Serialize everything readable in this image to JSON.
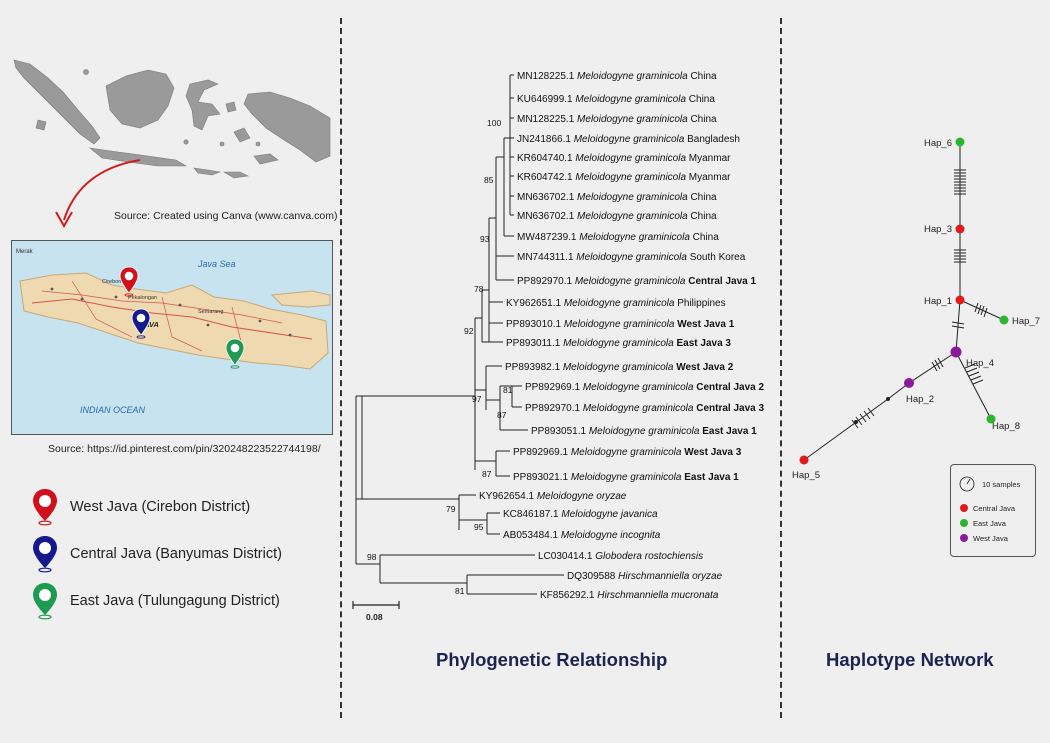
{
  "left": {
    "source_top": "Source: Created using Canva (www.canva.com)",
    "map_labels": {
      "sea_north": "Java Sea",
      "ocean_south": "INDIAN   OCEAN",
      "island": "JAVA",
      "corner": "Merak",
      "town1": "Cirebon",
      "town2": "Pekalongan",
      "town3": "Semarang"
    },
    "source_bottom": "Source: https://id.pinterest.com/pin/320248223522744198/",
    "legend": [
      {
        "label": "West Java (Cirebon District)",
        "color": "#d0101a",
        "icon": "map-pin-icon"
      },
      {
        "label": "Central Java (Banyumas District)",
        "color": "#141a8c",
        "icon": "map-pin-icon"
      },
      {
        "label": "East Java (Tulungagung District)",
        "color": "#1f9a52",
        "icon": "map-pin-icon"
      }
    ]
  },
  "tree": {
    "title": "Phylogenetic Relationship",
    "scale_label": "0.08",
    "leaves": [
      {
        "acc": "MN128225.1",
        "species": "Meloidogyne graminicola",
        "loc": "China",
        "bold": false
      },
      {
        "acc": "KU646999.1",
        "species": "Meloidogyne graminicola",
        "loc": "China",
        "bold": false
      },
      {
        "acc": "MN128225.1",
        "species": "Meloidogyne graminicola",
        "loc": "China",
        "bold": false
      },
      {
        "acc": "JN241866.1",
        "species": "Meloidogyne graminicola",
        "loc": "Bangladesh",
        "bold": false
      },
      {
        "acc": "KR604740.1",
        "species": "Meloidogyne graminicola",
        "loc": "Myanmar",
        "bold": false
      },
      {
        "acc": "KR604742.1",
        "species": "Meloidogyne graminicola",
        "loc": "Myanmar",
        "bold": false
      },
      {
        "acc": "MN636702.1",
        "species": "Meloidogyne graminicola",
        "loc": "China",
        "bold": false
      },
      {
        "acc": "MN636702.1",
        "species": "Meloidogyne graminicola",
        "loc": "China",
        "bold": false
      },
      {
        "acc": "MW487239.1",
        "species": "Meloidogyne graminicola",
        "loc": "China",
        "bold": false
      },
      {
        "acc": "MN744311.1",
        "species": "Meloidogyne graminicola",
        "loc": "South Korea",
        "bold": false
      },
      {
        "acc": "PP892970.1",
        "species": "Meloidogyne graminicola",
        "loc": "Central Java 1",
        "bold": true
      },
      {
        "acc": "KY962651.1",
        "species": "Meloidogyne graminicola",
        "loc": "Philippines",
        "bold": false
      },
      {
        "acc": "PP893010.1",
        "species": "Meloidogyne graminicola",
        "loc": "West Java 1",
        "bold": true
      },
      {
        "acc": "PP893011.1",
        "species": "Meloidogyne graminicola",
        "loc": "East Java 3",
        "bold": true
      },
      {
        "acc": "PP893982.1",
        "species": "Meloidogyne graminicola",
        "loc": "West Java 2",
        "bold": true
      },
      {
        "acc": "PP892969.1",
        "species": "Meloidogyne graminicola",
        "loc": "Central Java 2",
        "bold": true
      },
      {
        "acc": "PP892970.1",
        "species": "Meloidogyne graminicola",
        "loc": "Central Java 3",
        "bold": true
      },
      {
        "acc": "PP893051.1",
        "species": "Meloidogyne graminicola",
        "loc": "East Java 1",
        "bold": true
      },
      {
        "acc": "PP892969.1",
        "species": "Meloidogyne graminicola",
        "loc": "West Java 3",
        "bold": true
      },
      {
        "acc": "PP893021.1",
        "species": "Meloidogyne graminicola",
        "loc": "East Java 1",
        "bold": true
      },
      {
        "acc": "KY962654.1",
        "species": "Meloidogyne oryzae",
        "loc": "",
        "bold": false
      },
      {
        "acc": "KC846187.1",
        "species": "Meloidogyne javanica",
        "loc": "",
        "bold": false
      },
      {
        "acc": "AB053484.1",
        "species": "Meloidogyne incognita",
        "loc": "",
        "bold": false
      },
      {
        "acc": "LC030414.1",
        "species": "Globodera rostochiensis",
        "loc": "",
        "bold": false
      },
      {
        "acc": "DQ309588",
        "species": "Hirschmanniella oryzae",
        "loc": "",
        "bold": false
      },
      {
        "acc": "KF856292.1",
        "species": "Hirschmanniella mucronata",
        "loc": "",
        "bold": false
      }
    ],
    "bootstrap": [
      "100",
      "85",
      "93",
      "78",
      "92",
      "81",
      "97",
      "87",
      "87",
      "79",
      "95",
      "98",
      "81"
    ]
  },
  "network": {
    "title": "Haplotype Network",
    "nodes": [
      "Hap_1",
      "Hap_2",
      "Hap_3",
      "Hap_4",
      "Hap_5",
      "Hap_6",
      "Hap_7",
      "Hap_8"
    ],
    "legend": {
      "size_label": "10 samples",
      "items": [
        {
          "label": "Central Java",
          "color": "#e01a1a"
        },
        {
          "label": "East Java",
          "color": "#2db52d"
        },
        {
          "label": "West Java",
          "color": "#8a1a9a"
        }
      ]
    }
  }
}
